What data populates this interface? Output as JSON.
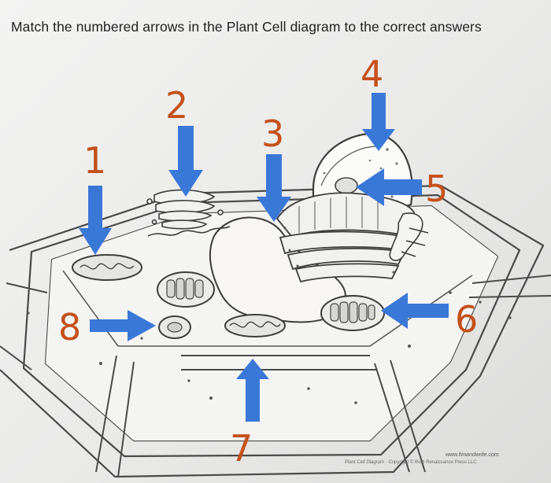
{
  "question": "Match the numbered arrows in the Plant Cell diagram to the correct answers",
  "diagram": {
    "labels": [
      "1",
      "2",
      "3",
      "4",
      "5",
      "6",
      "7",
      "8"
    ],
    "arrow_color": "#3a78d8",
    "label_color": "#c4511b",
    "watermark_site": "www.fimandwrite.com",
    "credit": "Plant Cell Diagram · Copyright © Ruth Renaissance Press LLC"
  }
}
